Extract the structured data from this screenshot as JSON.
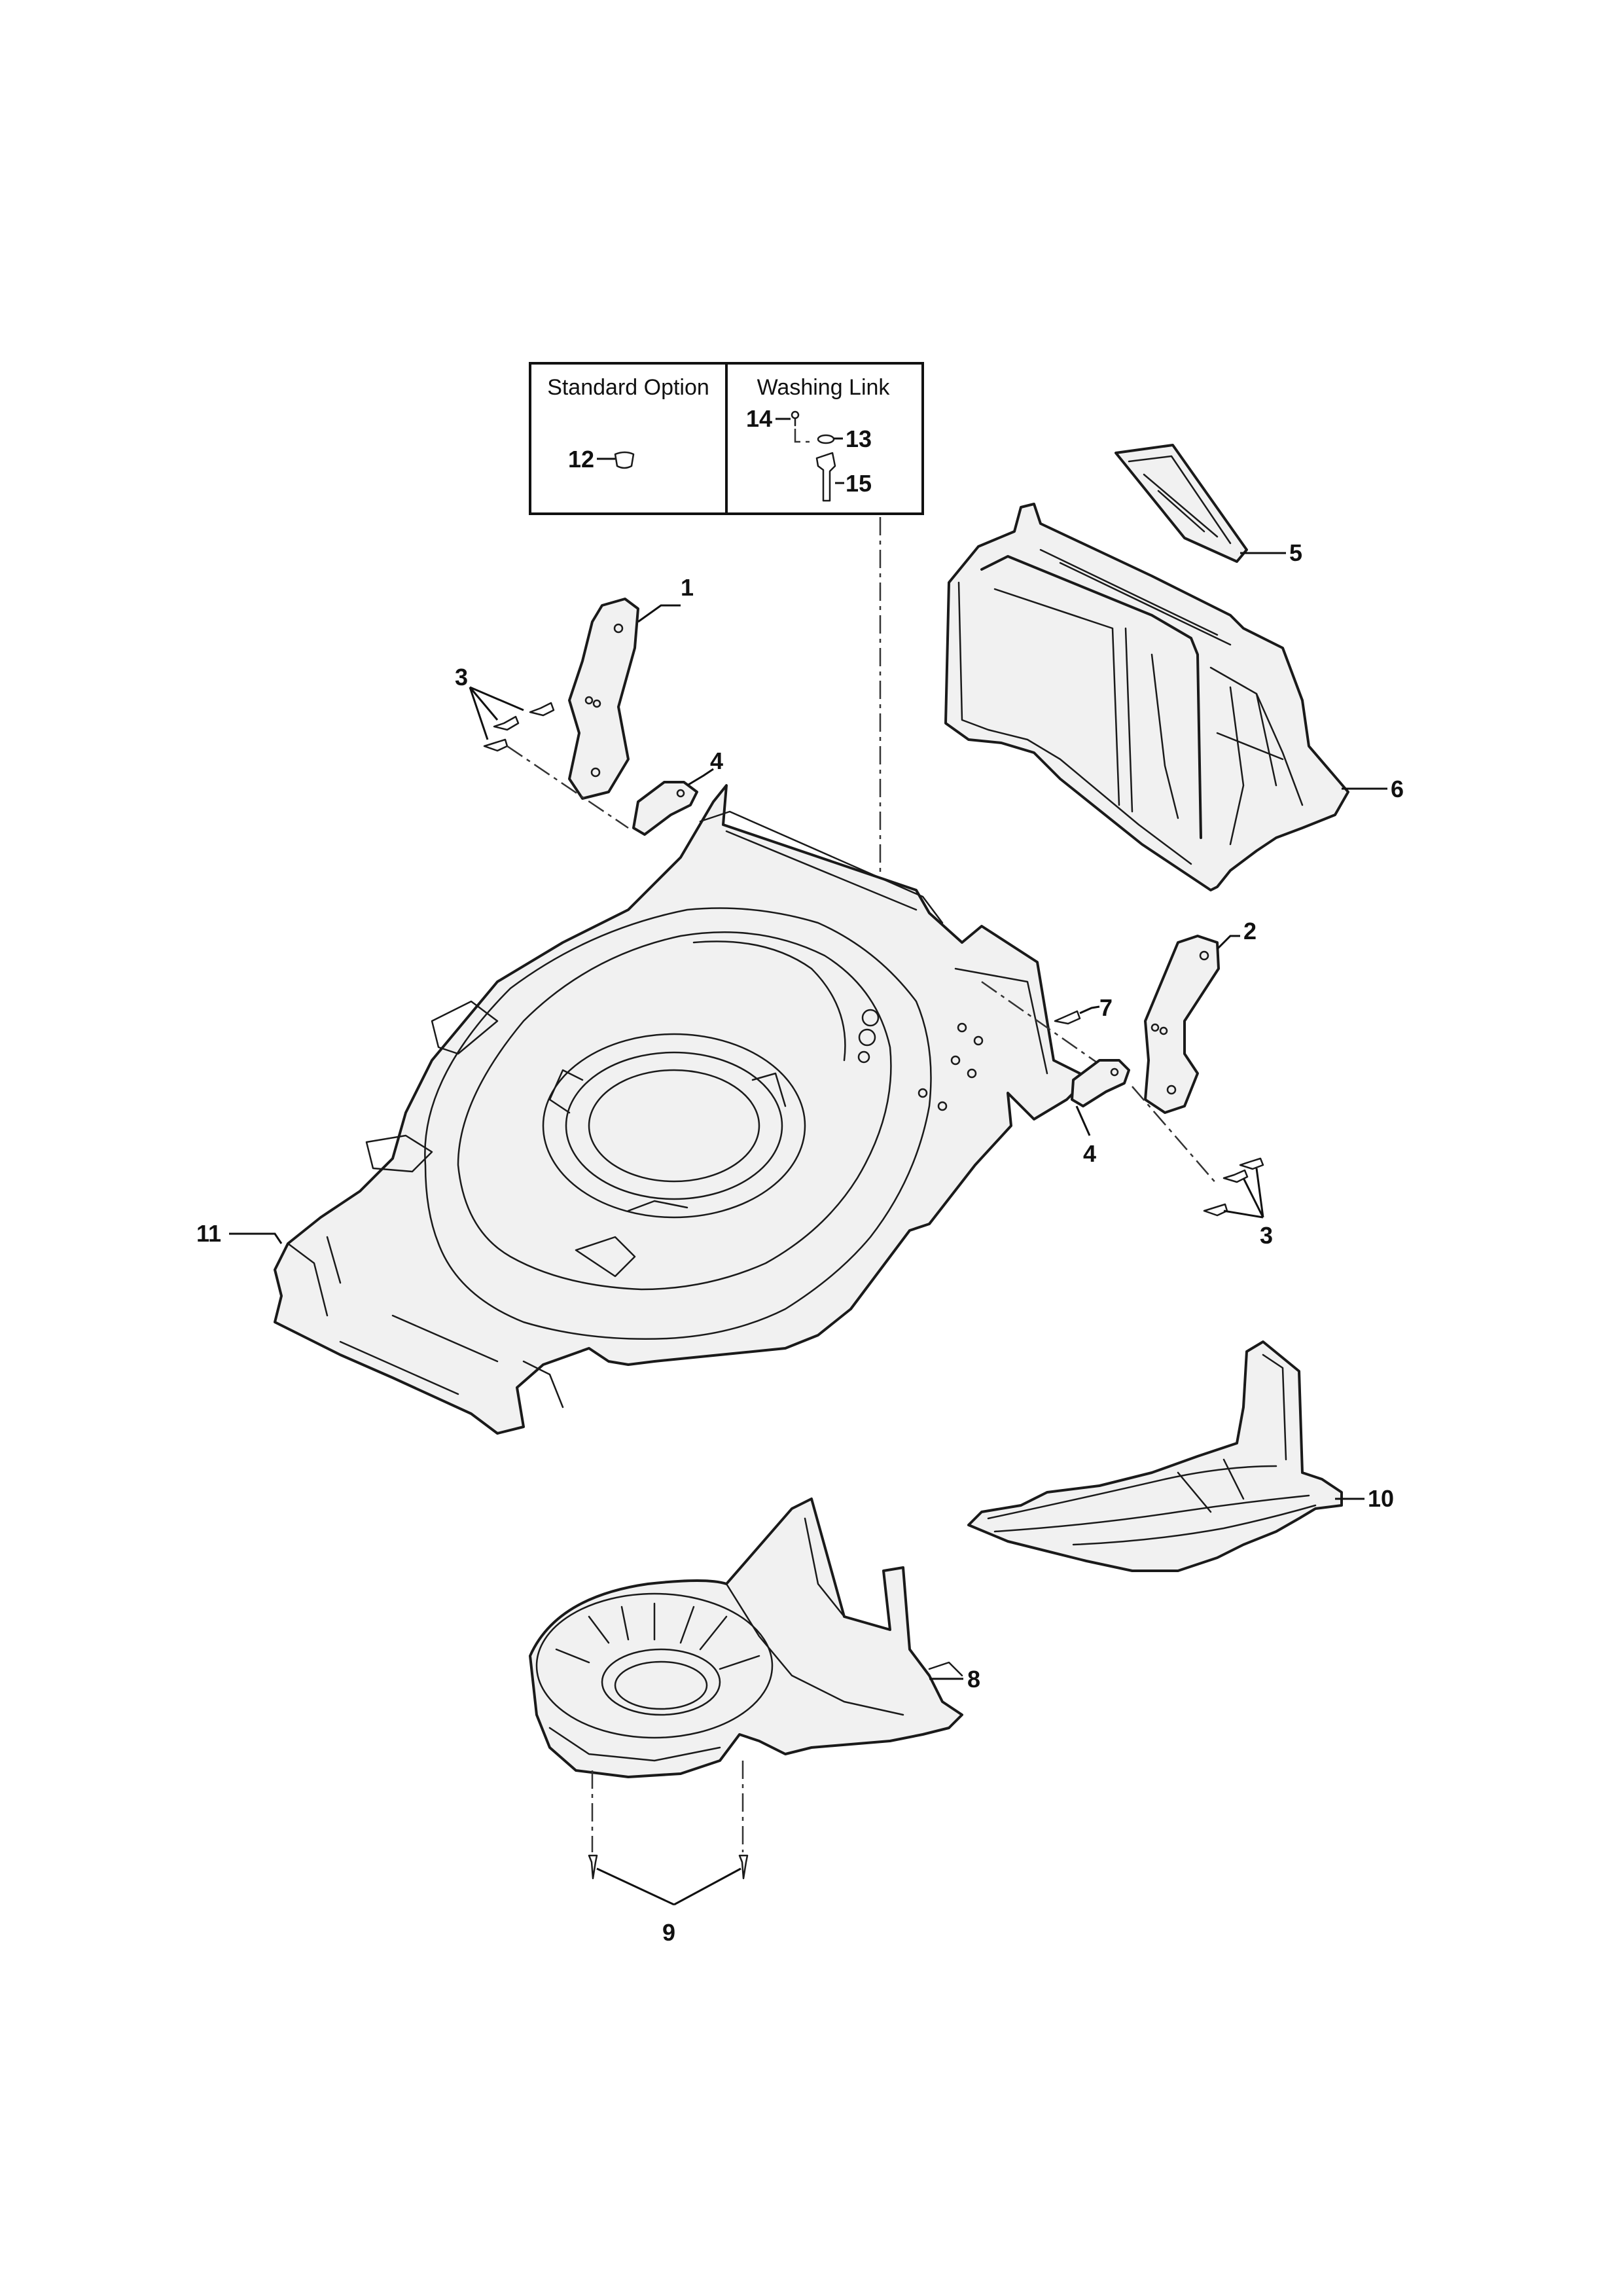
{
  "option_box": {
    "left_title": "Standard Option",
    "right_title": "Washing Link"
  },
  "callouts": {
    "c1": "1",
    "c2": "2",
    "c3a": "3",
    "c3b": "3",
    "c4a": "4",
    "c4b": "4",
    "c5": "5",
    "c6": "6",
    "c7": "7",
    "c8": "8",
    "c9": "9",
    "c10": "10",
    "c11": "11",
    "c12": "12",
    "c13": "13",
    "c14": "14",
    "c15": "15"
  },
  "colors": {
    "line": "#1a1a1a",
    "part_fill": "#f1f1f1",
    "background": "#ffffff"
  }
}
